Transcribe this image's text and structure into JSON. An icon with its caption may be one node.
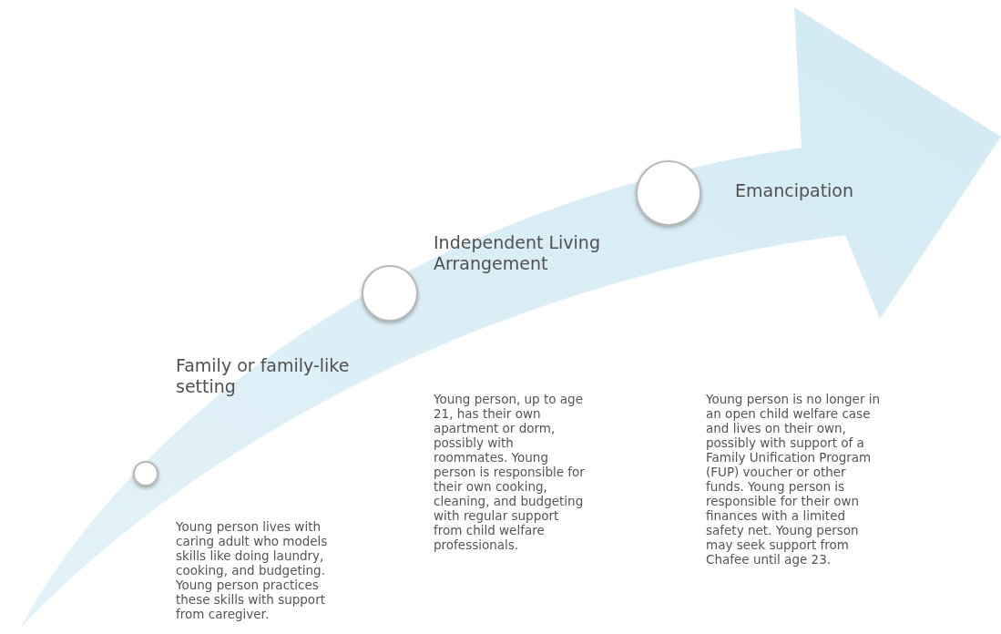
{
  "diagram": {
    "nodes": [
      {
        "text": [],
        "shape": "circle"
      },
      {
        "text": [],
        "shape": "circle"
      },
      {
        "text": [],
        "shape": "circle"
      }
    ],
    "labels": [
      "Emancipation",
      "Independent Living Arrangement",
      "Family or family-like setting",
      "Young person, up to age 21, has their own apartment or dorm, possibly with roommates. Young person is responsible for their own cooking, cleaning, and budgeting with regular support from child welfare professionals.",
      "Young person is no longer in an open child welfare case and lives on their own, possibly with support of a Family Unification Program (FUP) voucher or other funds. Young person is responsible for their own finances with a limited safety net. Young person may seek support  from Chafee until age 23.",
      "Young person lives with caring adult who models skills like doing laundry, cooking, and budgeting. Young person practices these skills with support from caregiver."
    ]
  }
}
